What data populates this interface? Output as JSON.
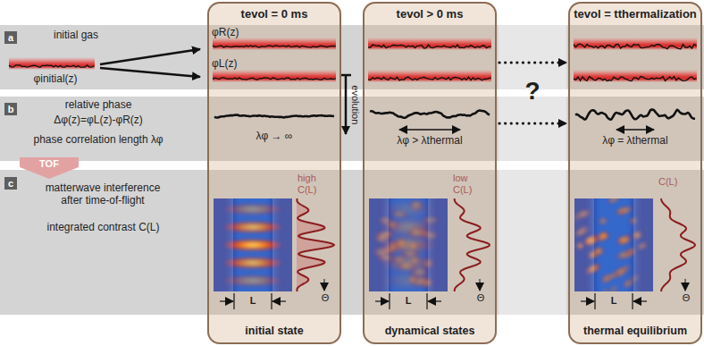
{
  "diagram": {
    "nodes": [
      {
        "text": [
          "tevol = 0 ms",
          "initial state"
        ]
      },
      {
        "text": [
          "tevol > 0 ms",
          "dynamical states"
        ]
      },
      {
        "text": [
          "tevol = tthermalization",
          "thermal equilibrium"
        ]
      },
      {
        "text": [
          "a",
          "initial gas"
        ]
      },
      {
        "text": [
          "b",
          "relative phase",
          "Δφ(z)=φL(z)-φR(z)",
          "phase correlation length λφ"
        ]
      },
      {
        "text": [
          "c",
          "matterwave interference after time-of-flight",
          "integrated contrast C(L)"
        ]
      }
    ],
    "edges": [
      {
        "from": 1,
        "to": 2,
        "arrow": "to"
      },
      {
        "from": 1,
        "to": 2,
        "arrow": "to"
      }
    ],
    "labels": [
      "φinitial(z)",
      "φR(z)",
      "φL(z)",
      "λφ → ∞",
      "λφ > λthermal",
      "λφ = λthermal",
      "TOF",
      "evolution",
      "?",
      "high C(L)",
      "low C(L)",
      "C(L)",
      "Θ",
      "Θ",
      "Θ",
      "L",
      "L",
      "L"
    ]
  }
}
